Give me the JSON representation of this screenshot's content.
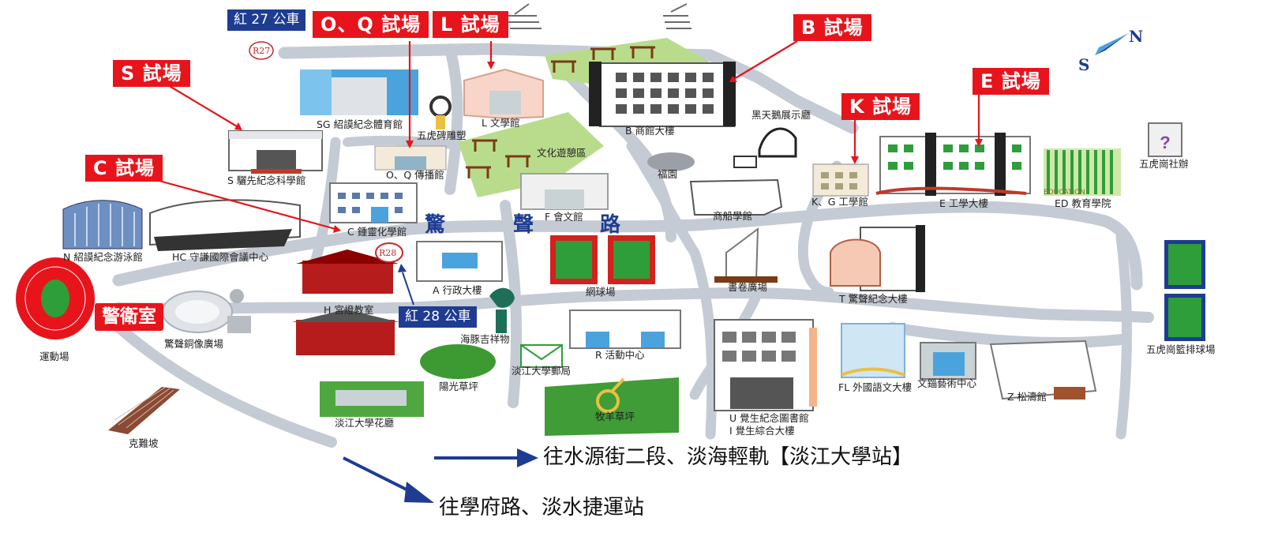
{
  "buildings": [
    {
      "label": "SG 紹謨紀念體育館"
    },
    {
      "label": "五虎碑雕塑"
    },
    {
      "label": "L 文學館"
    },
    {
      "label": "B 商館大樓"
    },
    {
      "label": "黑天鵝展示廳"
    },
    {
      "label": "S 驪先紀念科學館"
    },
    {
      "label": "O、Q 傳播館"
    },
    {
      "label": "文化遊憩區"
    },
    {
      "label": "福園"
    },
    {
      "label": "K、G 工學館"
    },
    {
      "label": "E 工學大樓"
    },
    {
      "label": "ED 教育學院"
    },
    {
      "label": "五虎崗社辦"
    },
    {
      "label": "F 會文館"
    },
    {
      "label": "商船學館"
    },
    {
      "label": "C 鍾靈化學館"
    },
    {
      "label": "N 紹謨紀念游泳館"
    },
    {
      "label": "HC 守謙國際會議中心"
    },
    {
      "label": "A 行政大樓"
    },
    {
      "label": "網球場"
    },
    {
      "label": "書卷廣場"
    },
    {
      "label": "T 驚聲紀念大樓"
    },
    {
      "label": "H 宮燈教室"
    },
    {
      "label": "海豚吉祥物"
    },
    {
      "label": "R 活動中心"
    },
    {
      "label": "驚聲銅像廣場"
    },
    {
      "label": "運動場"
    },
    {
      "label": "五虎崗籃排球場"
    },
    {
      "label": "淡江大學郵局"
    },
    {
      "label": "陽光草坪"
    },
    {
      "label": "FL 外國語文大樓"
    },
    {
      "label": "文錙藝術中心"
    },
    {
      "label": "Z 松濤館"
    },
    {
      "label": "U 覺生紀念圖書館"
    },
    {
      "label": "I 覺生綜合大樓"
    },
    {
      "label": "牧羊草坪"
    },
    {
      "label": "淡江大學花廳"
    },
    {
      "label": "克難坡"
    }
  ],
  "exam_sites": [
    {
      "label": "O、Q 試場"
    },
    {
      "label": "L 試場"
    },
    {
      "label": "B 試場"
    },
    {
      "label": "S 試場"
    },
    {
      "label": "C 試場"
    },
    {
      "label": "K 試場"
    },
    {
      "label": "E 試場"
    }
  ],
  "bus": [
    {
      "label": "紅 27 公車",
      "stop": "R27"
    },
    {
      "label": "紅 28 公車",
      "stop": "R28"
    }
  ],
  "guard_room": "警衛室",
  "road_chars": [
    "驚",
    "聲",
    "路"
  ],
  "compass": {
    "south": "S",
    "north": "N"
  },
  "directions": [
    {
      "text": "往水源街二段、淡海輕軌【淡江大學站】"
    },
    {
      "text": "往學府路、淡水捷運站"
    }
  ],
  "small_text": {
    "education": "EDUCATION"
  },
  "colors": {
    "exam_red": "#e8141b",
    "bus_blue": "#1e3c91",
    "road_gray": "#c5cbd4",
    "grass_green": "#3d9a33"
  }
}
